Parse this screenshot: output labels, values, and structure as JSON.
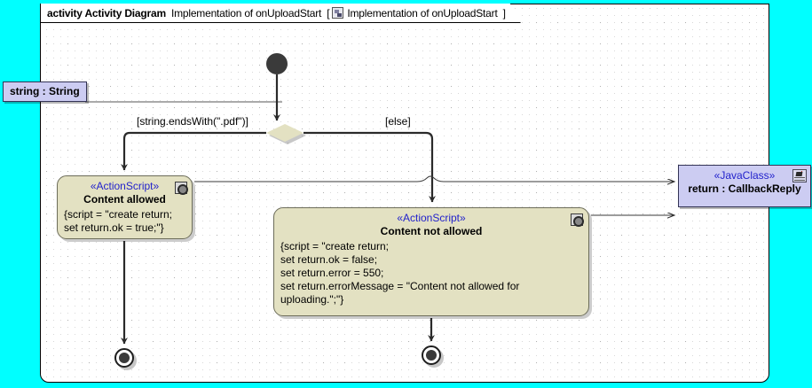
{
  "canvas": {
    "outer_background": "#00ffff",
    "frame_background": "#ffffff"
  },
  "frame": {
    "kind_label": "activity Activity Diagram",
    "diagram_name": "Implementation of onUploadStart",
    "bracket_open": "[",
    "bracket_close": "]",
    "bracket_name": "Implementation of onUploadStart",
    "icon": "activity-diagram-icon"
  },
  "nodes": {
    "input_pin": {
      "label": "string : String",
      "fill": "#ccccf2",
      "icon": null
    },
    "initial": {
      "name": "initial-node",
      "fill": "#3a3a3a"
    },
    "decision": {
      "name": "decision-node",
      "fill": "#e3e1c2"
    },
    "action_allowed": {
      "stereotype": "«ActionScript»",
      "name": "Content allowed",
      "body": "{script = \"create return;\nset return.ok = true;\"}",
      "fill": "#e3e1c2",
      "icon": "script-icon"
    },
    "action_not_allowed": {
      "stereotype": "«ActionScript»",
      "name": "Content not allowed",
      "body": "{script = \"create return;\nset return.ok = false;\nset return.error = 550;\nset return.errorMessage = \"Content not allowed for\nuploading.\";\"}",
      "fill": "#e3e1c2",
      "icon": "script-icon"
    },
    "java_class": {
      "stereotype": "«JavaClass»",
      "name": "return : CallbackReply",
      "fill": "#ccccf2",
      "icon": "java-class-icon"
    },
    "final_left": {
      "name": "activity-final-node"
    },
    "final_right": {
      "name": "activity-final-node"
    }
  },
  "edges": {
    "guard_pdf": "[string.endsWith(\".pdf\")]",
    "guard_else": "[else]"
  }
}
